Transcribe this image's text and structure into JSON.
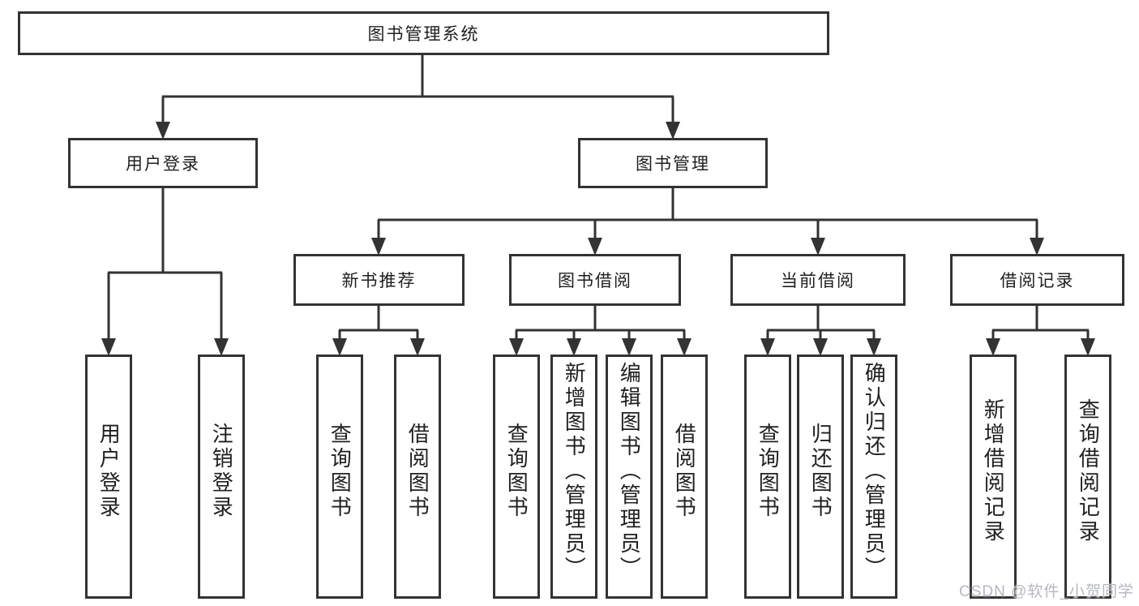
{
  "tree": {
    "root": {
      "label": "图书管理系统",
      "children": [
        {
          "label": "用户登录",
          "children": [
            {
              "label": "用户登录"
            },
            {
              "label": "注销登录"
            }
          ]
        },
        {
          "label": "图书管理",
          "children": [
            {
              "label": "新书推荐",
              "children": [
                {
                  "label": "查询图书"
                },
                {
                  "label": "借阅图书"
                }
              ]
            },
            {
              "label": "图书借阅",
              "children": [
                {
                  "label": "查询图书"
                },
                {
                  "label": "新增图书（管理员）"
                },
                {
                  "label": "编辑图书（管理员）"
                },
                {
                  "label": "借阅图书"
                }
              ]
            },
            {
              "label": "当前借阅",
              "children": [
                {
                  "label": "查询图书"
                },
                {
                  "label": "归还图书"
                },
                {
                  "label": "确认归还（管理员）"
                }
              ]
            },
            {
              "label": "借阅记录",
              "children": [
                {
                  "label": "新增借阅记录"
                },
                {
                  "label": "查询借阅记录"
                }
              ]
            }
          ]
        }
      ]
    }
  },
  "watermark": {
    "text": "CSDN @软件_小贺同学",
    "color": "#b4b8be"
  },
  "colors": {
    "line": "#333333",
    "box_border": "#333333",
    "box_background": "#ffffff",
    "text": "#1f1f1f",
    "page_background": "#ffffff"
  }
}
